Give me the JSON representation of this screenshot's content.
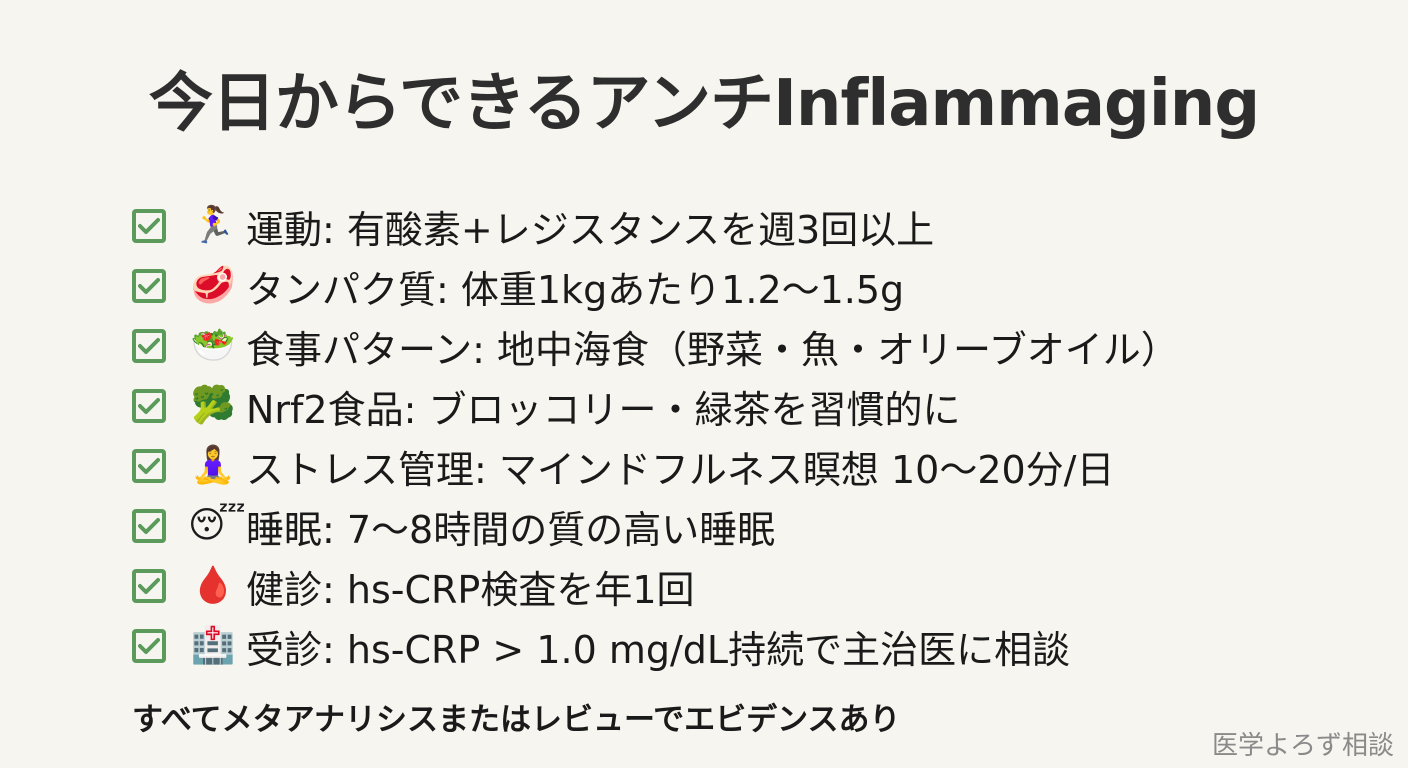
{
  "title": "今日からできるアンチInflammaging",
  "colors": {
    "background": "#f6f5ef",
    "check": "#5b9a5b",
    "text": "#1a1a1a",
    "brand": "#8a8a8a"
  },
  "checklist": [
    {
      "checked": true,
      "icon": "running-woman-icon",
      "emoji": "🏃‍♀️",
      "text": "運動: 有酸素+レジスタンスを週3回以上"
    },
    {
      "checked": true,
      "icon": "meat-icon",
      "emoji": "🥩",
      "text": "タンパク質: 体重1kgあたり1.2〜1.5g"
    },
    {
      "checked": true,
      "icon": "salad-icon",
      "emoji": "🥗",
      "text": "食事パターン: 地中海食（野菜・魚・オリーブオイル）"
    },
    {
      "checked": true,
      "icon": "broccoli-icon",
      "emoji": "🥦",
      "text": "Nrf2食品: ブロッコリー・緑茶を習慣的に"
    },
    {
      "checked": true,
      "icon": "meditation-icon",
      "emoji": "🧘‍♀️",
      "text": "ストレス管理: マインドフルネス瞑想 10〜20分/日"
    },
    {
      "checked": true,
      "icon": "sleeping-face-icon",
      "emoji": "😴",
      "text": "睡眠: 7〜8時間の質の高い睡眠"
    },
    {
      "checked": true,
      "icon": "blood-drop-icon",
      "emoji": "🩸",
      "text": "健診: hs-CRP検査を年1回"
    },
    {
      "checked": true,
      "icon": "hospital-icon",
      "emoji": "🏥",
      "text": "受診: hs-CRP > 1.0 mg/dL持続で主治医に相談"
    }
  ],
  "footer_note": "すべてメタアナリシスまたはレビューでエビデンスあり",
  "brand": "医学よろず相談"
}
